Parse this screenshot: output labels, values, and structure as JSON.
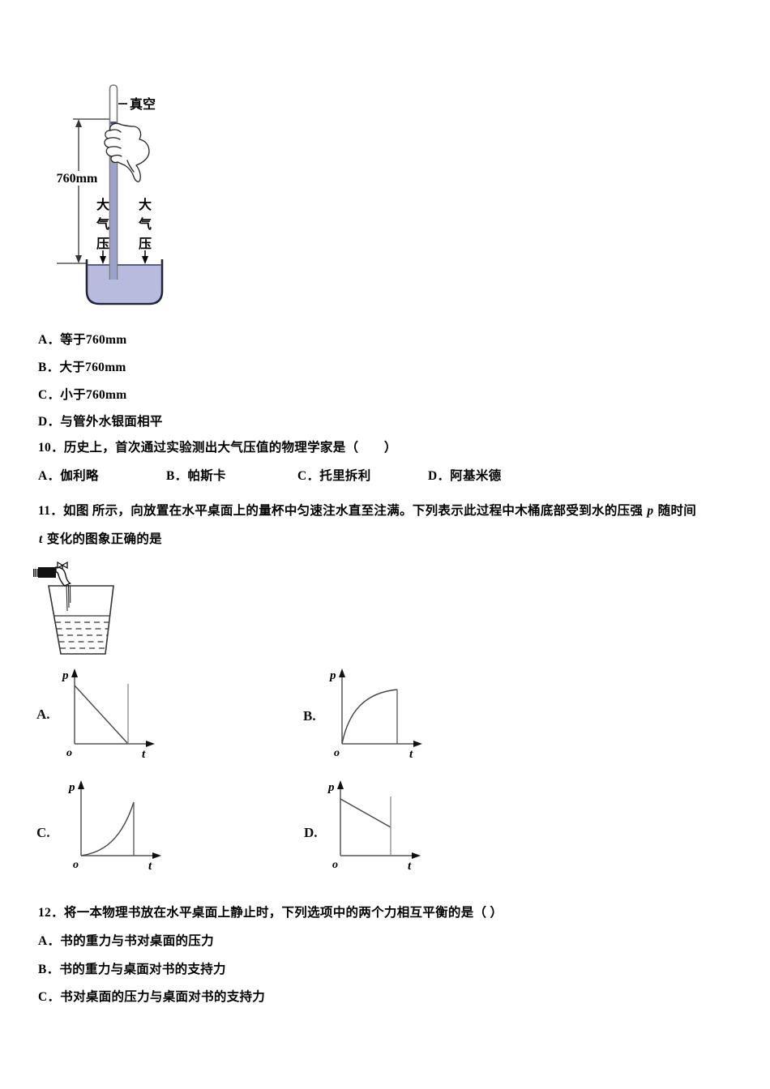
{
  "page": {
    "background": "#ffffff"
  },
  "barometer": {
    "vacuum_label": "真空",
    "height_label": "760mm",
    "atm_chars": [
      "大",
      "气",
      "压"
    ],
    "mercury_color": "#99a1ce",
    "liquid_color": "#b7bcdf"
  },
  "q9": {
    "options": [
      "A．等于760mm",
      "B．大于760mm",
      "C．小于760mm",
      "D．与管外水银面相平"
    ]
  },
  "q10": {
    "stem": "10．历史上，首次通过实验测出大气压值的物理学家是（　　）",
    "options": [
      "A．伽利略",
      "B．帕斯卡",
      "C．托里拆利",
      "D．阿基米德"
    ]
  },
  "q11": {
    "stem_part1": "11．如图 所示，向放置在水平桌面上的量杯中匀速注水直至注满。下列表示此过程中木桶底部受到水的压强 ",
    "p_var": "p",
    "stem_part2": " 随时间",
    "t_var": "t",
    "stem_part3": " 变化的图象正确的是"
  },
  "graph_labels": {
    "A": "A.",
    "B": "B.",
    "C": "C.",
    "D": "D.",
    "p": "p",
    "t": "t",
    "o": "o"
  },
  "chart_data": [
    {
      "option": "A",
      "type": "line",
      "xlabel": "t",
      "ylabel": "p",
      "x_range_norm": [
        0,
        1
      ],
      "y_range_norm": [
        0,
        1
      ],
      "shape": "linear decrease",
      "points_norm": [
        [
          0,
          0.95
        ],
        [
          0.73,
          0
        ]
      ],
      "vertical_guide_x_norm": 0.73,
      "description": "p starts at maximum at t=0 and decreases linearly to zero; vertical guide line at the final time"
    },
    {
      "option": "B",
      "type": "line",
      "xlabel": "t",
      "ylabel": "p",
      "x_range_norm": [
        0,
        1
      ],
      "y_range_norm": [
        0,
        1
      ],
      "shape": "concave-down increase",
      "points_norm": [
        [
          0,
          0
        ],
        [
          0.75,
          0.9
        ]
      ],
      "vertical_guide_x_norm": 0.75,
      "description": "p rises from zero along a concave-down curve to a maximum; vertical line closes the curve at the final time"
    },
    {
      "option": "C",
      "type": "line",
      "xlabel": "t",
      "ylabel": "p",
      "x_range_norm": [
        0,
        1
      ],
      "y_range_norm": [
        0,
        1
      ],
      "shape": "concave-up increase",
      "points_norm": [
        [
          0,
          0
        ],
        [
          0.72,
          0.9
        ]
      ],
      "vertical_guide_x_norm": 0.72,
      "description": "p rises from zero along a concave-up (accelerating) curve; vertical line closes the curve at the final time"
    },
    {
      "option": "D",
      "type": "line",
      "xlabel": "t",
      "ylabel": "p",
      "x_range_norm": [
        0,
        1
      ],
      "y_range_norm": [
        0,
        1
      ],
      "shape": "linear decrease to positive value",
      "points_norm": [
        [
          0,
          0.9
        ],
        [
          0.69,
          0.45
        ]
      ],
      "vertical_guide_x_norm": 0.69,
      "description": "p starts high and decreases linearly to a lower positive value; vertical guide line at the final time"
    }
  ],
  "q12": {
    "stem": "12．将一本物理书放在水平桌面上静止时，下列选项中的两个力相互平衡的是（ ）",
    "options": [
      "A．书的重力与书对桌面的压力",
      "B．书的重力与桌面对书的支持力",
      "C．书对桌面的压力与桌面对书的支持力"
    ]
  }
}
